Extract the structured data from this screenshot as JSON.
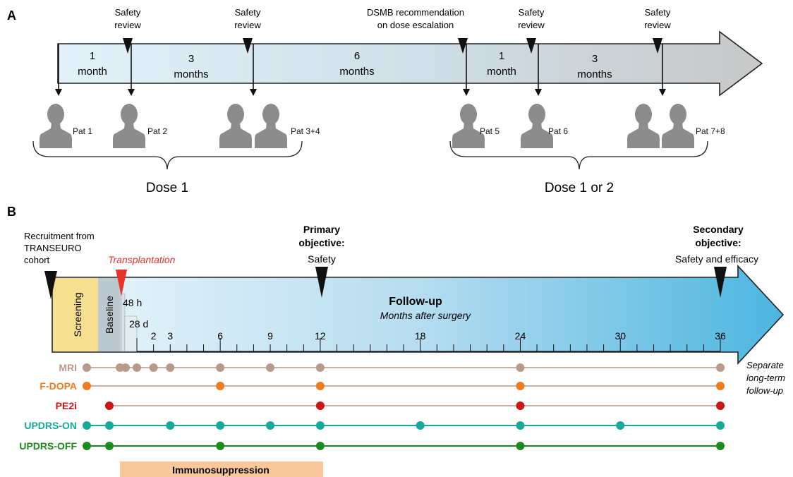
{
  "panel_a": {
    "label": "A",
    "intervals": [
      {
        "line1": "1",
        "line2": "month"
      },
      {
        "line1": "3",
        "line2": "months"
      },
      {
        "line1": "6",
        "line2": "months"
      },
      {
        "line1": "1",
        "line2": "month"
      },
      {
        "line1": "3",
        "line2": "months"
      }
    ],
    "events": [
      {
        "line1": "Safety",
        "line2": "review"
      },
      {
        "line1": "Safety",
        "line2": "review"
      },
      {
        "line1": "DSMB recommendation",
        "line2": "on dose escalation"
      },
      {
        "line1": "Safety",
        "line2": "review"
      },
      {
        "line1": "Safety",
        "line2": "review"
      }
    ],
    "patients": [
      "Pat 1",
      "Pat 2",
      "Pat 3+4",
      "Pat 5",
      "Pat 6",
      "Pat 7+8"
    ],
    "groups": [
      "Dose 1",
      "Dose 1 or 2"
    ],
    "colors": {
      "arrow_left": "#e3f1fa",
      "arrow_right": "#c9c9c9",
      "person": "#8c8c8c"
    }
  },
  "panel_b": {
    "label": "B",
    "recruitment": [
      "Recruitment from",
      "TRANSEURO",
      "cohort"
    ],
    "transplantation": "Transplantation",
    "primary": {
      "title1": "Primary",
      "title2": "objective:",
      "sub": "Safety"
    },
    "secondary": {
      "title1": "Secondary",
      "title2": "objective:",
      "sub": "Safety and efficacy"
    },
    "screening": "Screening",
    "baseline": "Baseline",
    "followup_title": "Follow-up",
    "followup_sub": "Months after surgery",
    "marker_48h": "48 h",
    "marker_28d": "28 d",
    "month_labels": [
      {
        "m": 2,
        "label": "2"
      },
      {
        "m": 3,
        "label": "3"
      },
      {
        "m": 6,
        "label": "6"
      },
      {
        "m": 9,
        "label": "9"
      },
      {
        "m": 12,
        "label": "12"
      },
      {
        "m": 18,
        "label": "18"
      },
      {
        "m": 24,
        "label": "24"
      },
      {
        "m": 30,
        "label": "30"
      },
      {
        "m": 36,
        "label": "36"
      }
    ],
    "separate": [
      "Separate",
      "long-term",
      "follow-up"
    ],
    "assessments": [
      {
        "name": "MRI",
        "color": "#b89a8a",
        "line": "#c7b1a5",
        "points": [
          "screening",
          "48h",
          "28d",
          1,
          2,
          3,
          6,
          9,
          12,
          24,
          36
        ]
      },
      {
        "name": "F-DOPA",
        "color": "#f07a1e",
        "line": "#c7b1a5",
        "points": [
          "screening",
          6,
          12,
          24,
          36
        ]
      },
      {
        "name": "PE2i",
        "color": "#cc1616",
        "line": "#c7b1a5",
        "points": [
          "baseline",
          12,
          24,
          36
        ]
      },
      {
        "name": "UPDRS-ON",
        "color": "#16a898",
        "line": "#16a898",
        "points": [
          "screening",
          "baseline",
          3,
          6,
          9,
          12,
          18,
          24,
          30,
          36
        ]
      },
      {
        "name": "UPDRS-OFF",
        "color": "#1c8a1c",
        "line": "#1c8a1c",
        "points": [
          "screening",
          "baseline",
          6,
          12,
          24,
          36
        ]
      }
    ],
    "immunosuppression": "Immunosuppression",
    "colors": {
      "screening_bg": "#f6e08f",
      "baseline_bg": "#bcc9d0",
      "arrow_left": "#e9f4fb",
      "arrow_right": "#4cb6e0",
      "transplant": "#e8332a",
      "immuno_bg": "#f9c89a"
    }
  }
}
